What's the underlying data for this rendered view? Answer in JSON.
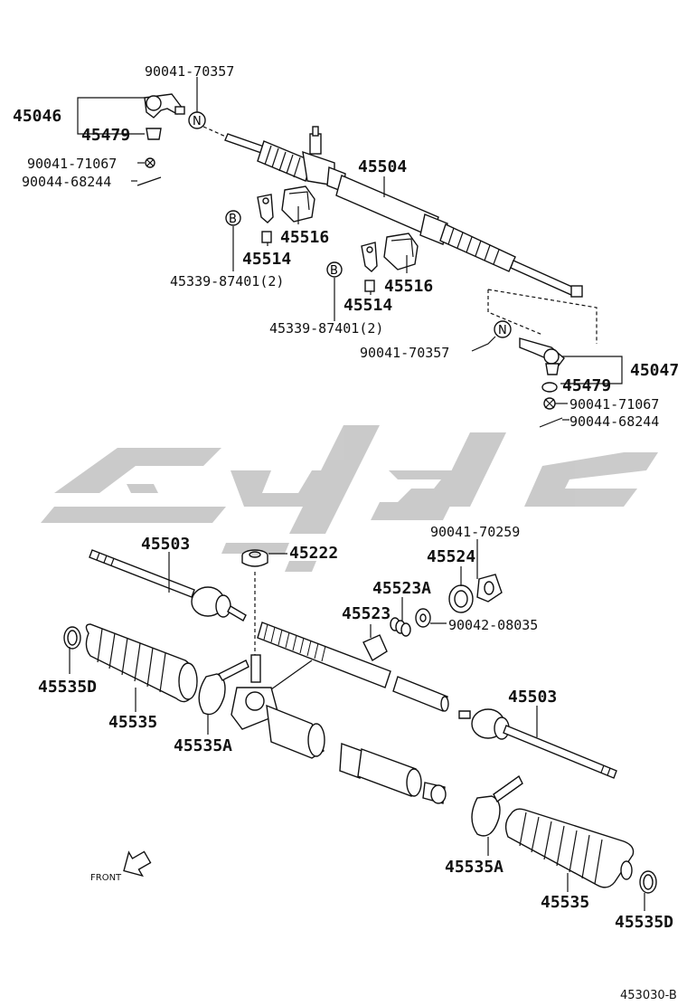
{
  "diagram": {
    "reference_code": "453030-B",
    "front_label": "FRONT",
    "watermark_color": "#c8c8c8",
    "marker_n": "N",
    "marker_b": "B",
    "labels": {
      "l_90041_70357_top": "90041-70357",
      "l_45046": "45046",
      "l_45479_top": "45479",
      "l_90041_71067_top": "90041-71067",
      "l_90044_68244_top": "90044-68244",
      "l_45504": "45504",
      "l_45516_a": "45516",
      "l_45514_a": "45514",
      "l_45339_a": "45339-87401(2)",
      "l_45516_b": "45516",
      "l_45514_b": "45514",
      "l_45339_b": "45339-87401(2)",
      "l_90041_70357_mid": "90041-70357",
      "l_45047": "45047",
      "l_45479_right": "45479",
      "l_90041_71067_right": "90041-71067",
      "l_90044_68244_right": "90044-68244",
      "l_45503_left": "45503",
      "l_45222": "45222",
      "l_90041_70259": "90041-70259",
      "l_45524": "45524",
      "l_45523A": "45523A",
      "l_45523": "45523",
      "l_90042_08035": "90042-08035",
      "l_45535D_left": "45535D",
      "l_45535_left": "45535",
      "l_45535A_left": "45535A",
      "l_45503_right": "45503",
      "l_45535A_right": "45535A",
      "l_45535_right": "45535",
      "l_45535D_right": "45535D"
    }
  }
}
